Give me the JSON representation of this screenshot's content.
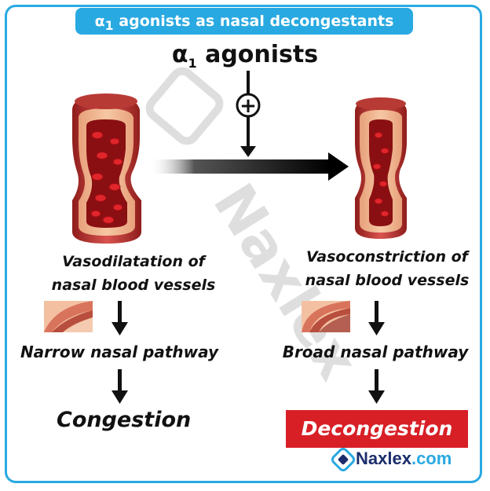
{
  "title": {
    "prefix": "α",
    "prefix_sub": "1",
    "text": " agonists as nasal decongestants"
  },
  "agonist": {
    "alpha": "α",
    "sub": "1",
    "text": " agonists"
  },
  "plus_symbol": "+",
  "left": {
    "line1": "Vasodilatation of",
    "line2": "nasal blood vessels",
    "pathway": "Narrow nasal pathway",
    "outcome": "Congestion"
  },
  "right": {
    "line1": "Vasoconstriction of",
    "line2": "nasal blood vessels",
    "pathway": "Broad nasal pathway",
    "outcome": "Decongestion"
  },
  "brand": {
    "name": "Naxlex",
    "domain": ".com"
  },
  "watermark": "Naxlex",
  "colors": {
    "accent": "#29a9e1",
    "decongestion_box": "#d81f26",
    "vessel": "#c0392b"
  }
}
